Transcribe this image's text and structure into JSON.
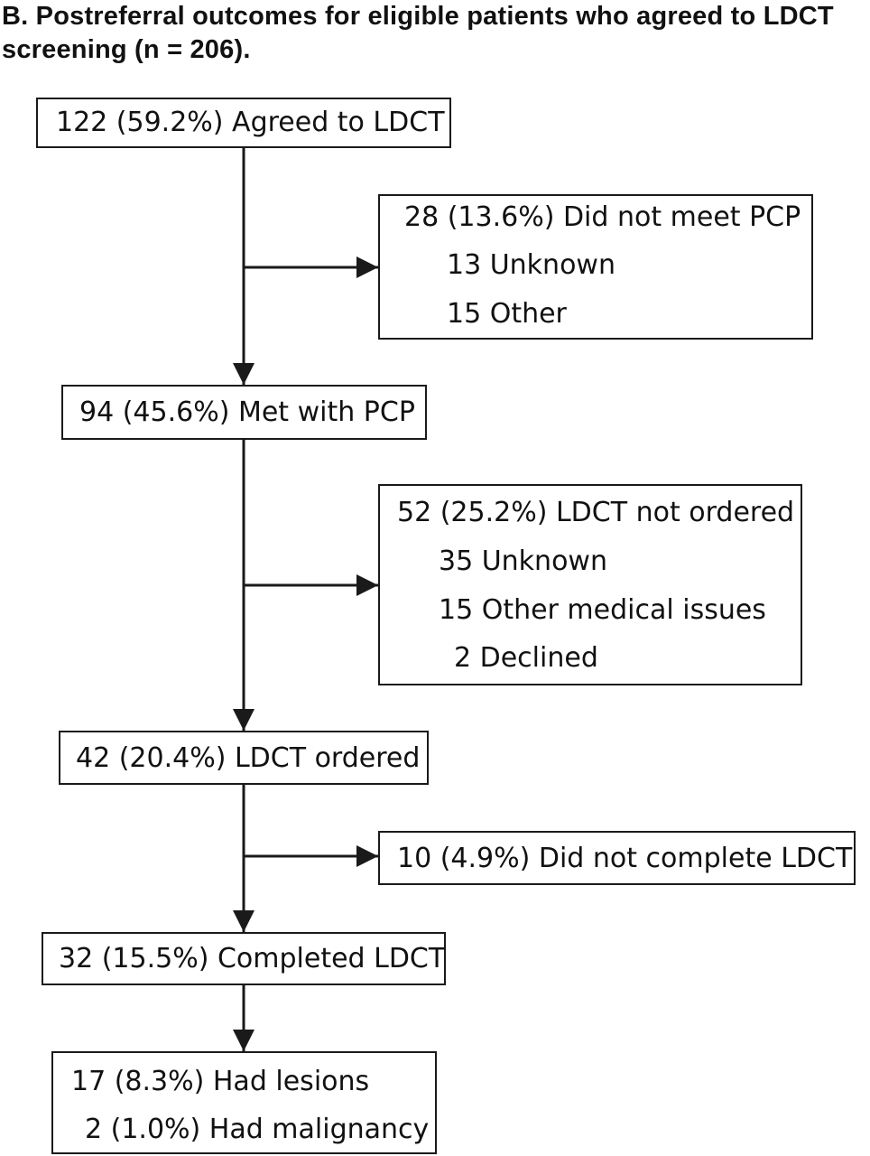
{
  "title": "B. Postreferral outcomes for eligible patients who agreed to LDCT screening (n = 206).",
  "nodes": {
    "agreed": "122 (59.2%) Agreed to LDCT",
    "did_not_meet_pcp": {
      "header": "28 (13.6%) Did not meet PCP",
      "sub1": "13 Unknown",
      "sub2": "15 Other"
    },
    "met_pcp": "94 (45.6%) Met with PCP",
    "not_ordered": {
      "header": "52 (25.2%) LDCT not ordered",
      "sub1": "35 Unknown",
      "sub2": "15 Other medical issues",
      "sub3": "2 Declined"
    },
    "ordered": "42 (20.4%) LDCT ordered",
    "did_not_complete": "10 (4.9%) Did not complete LDCT",
    "completed": "32 (15.5%) Completed LDCT",
    "outcomes": {
      "lesions": "17 (8.3%) Had lesions",
      "malignancy": "2 (1.0%) Had malignancy"
    }
  }
}
